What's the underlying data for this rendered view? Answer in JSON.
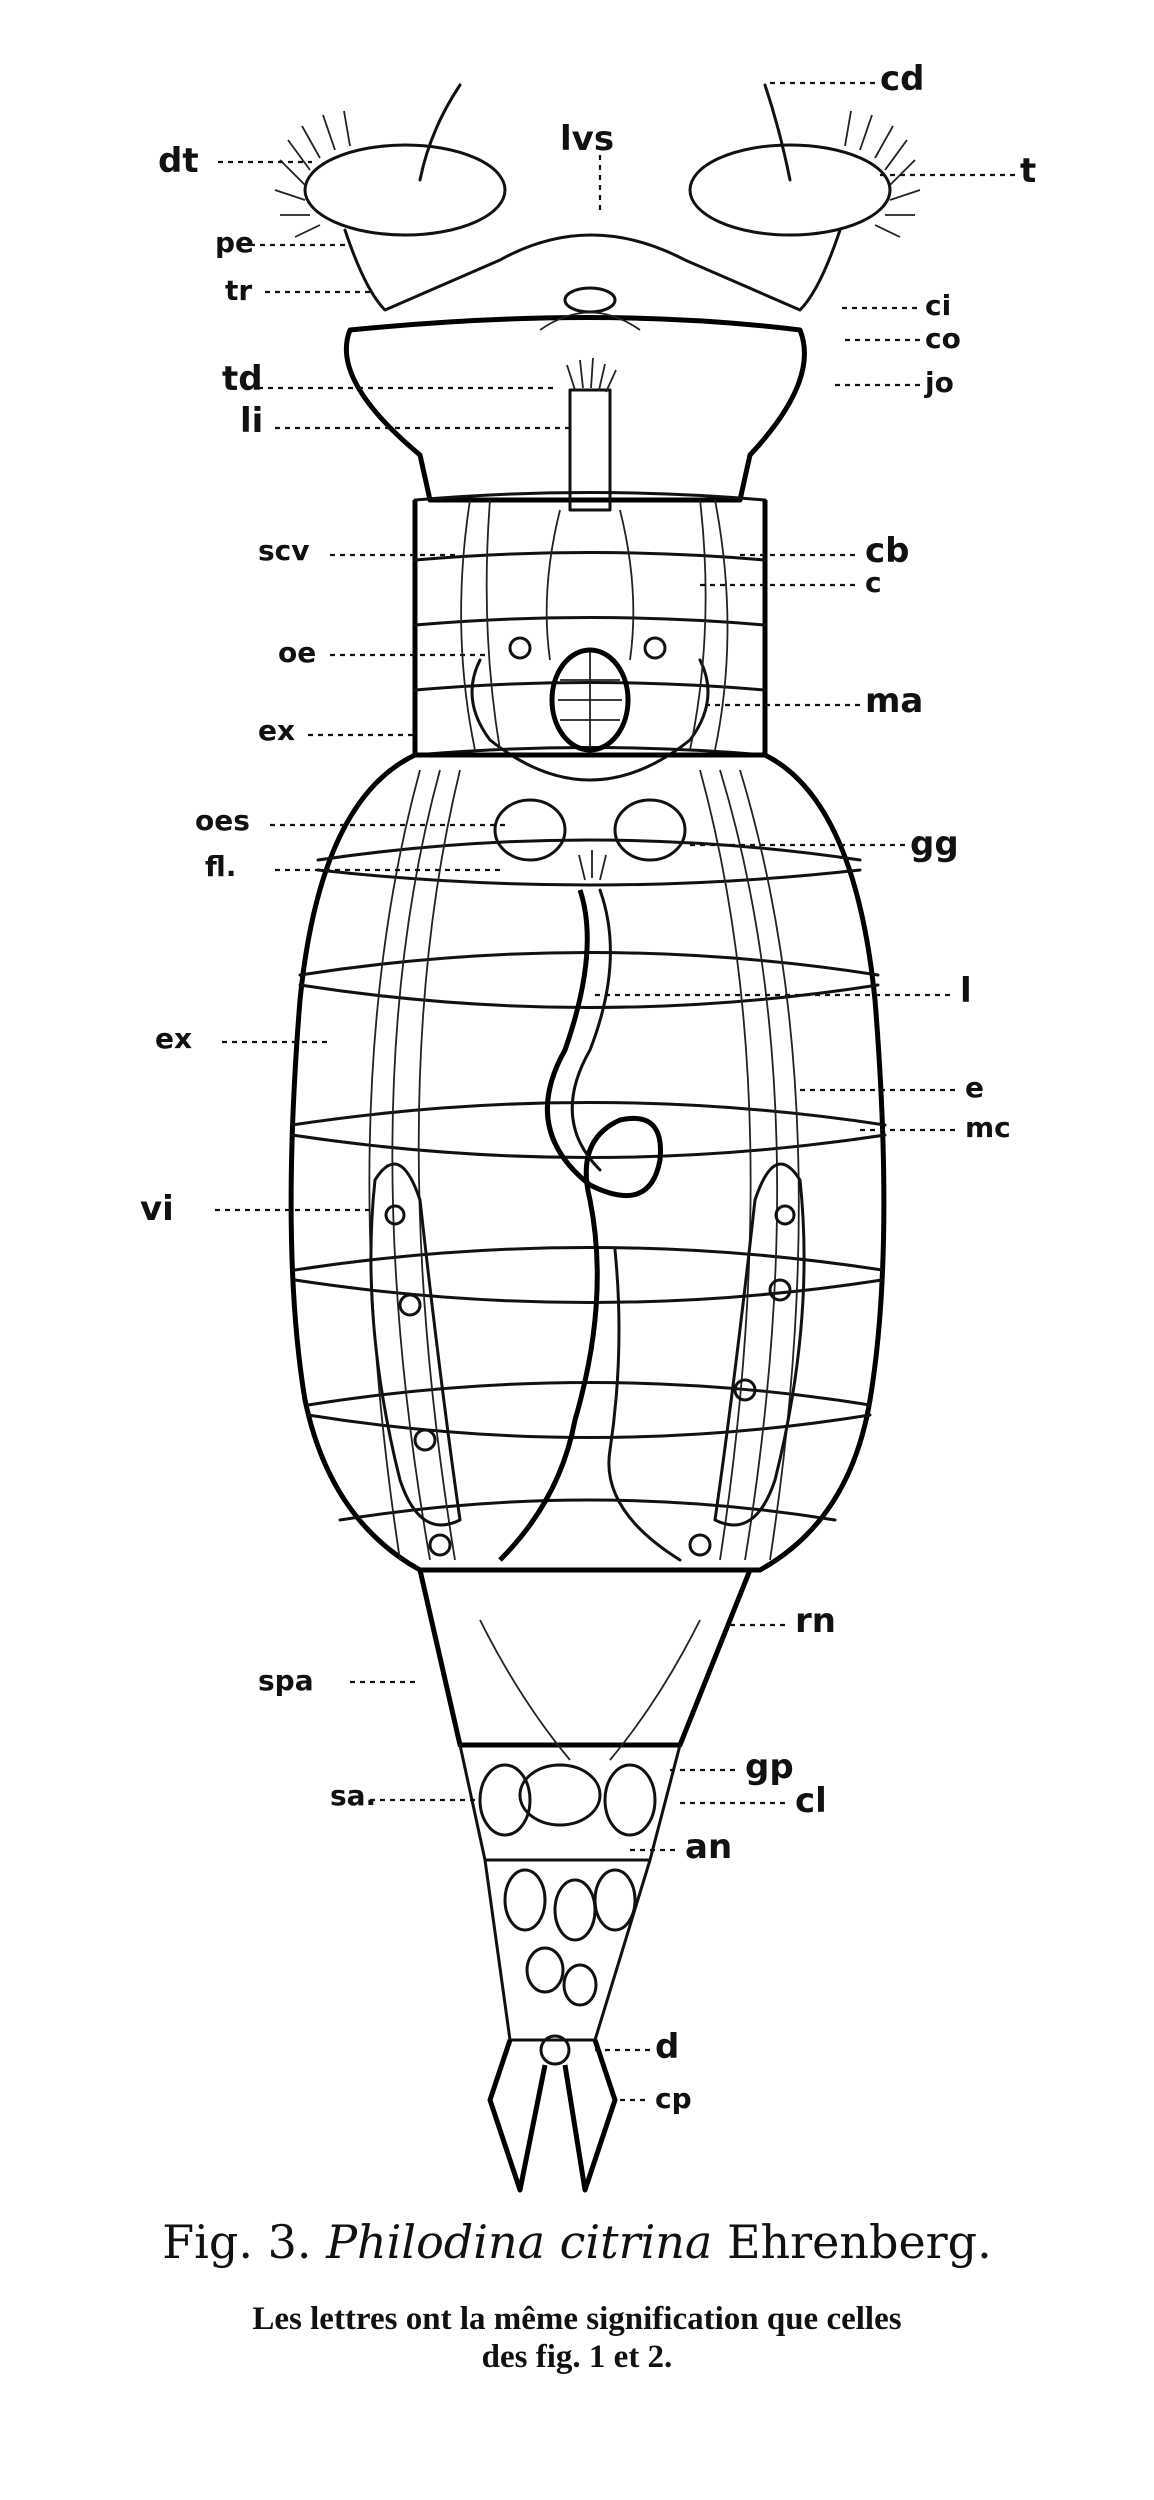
{
  "figure": {
    "labels_left": [
      "dt",
      "pe",
      "tr",
      "td",
      "li",
      "scv",
      "oe",
      "ex",
      "oes",
      "fl.",
      "ex",
      "vi",
      "spa",
      "sa."
    ],
    "labels_right": [
      "cd",
      "t",
      "ci",
      "co",
      "jo",
      "cb",
      "c",
      "ma",
      "gg",
      "l",
      "e",
      "mc",
      "rn",
      "gp",
      "cl",
      "an",
      "d",
      "cp"
    ],
    "label_top": "lvs"
  },
  "caption": {
    "fig_number": "Fig. 3.",
    "species": "Philodina citrina",
    "author": "Ehrenberg.",
    "note_line1": "Les lettres ont la même signification que celles",
    "note_line2": "des fig. 1 et 2."
  }
}
